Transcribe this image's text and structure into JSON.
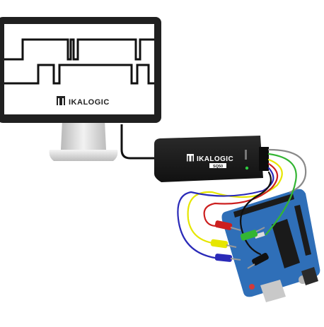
{
  "scene": {
    "monitor": {
      "brand_text": "IKALOGIC",
      "waveform_color": "#111111",
      "screen_color": "#ffffff"
    },
    "analyzer": {
      "brand_text": "IKALOGIC",
      "model_text": "SQ50",
      "body_color": "#1c1c1c",
      "status_led_color": "#2ecc40"
    },
    "probes": {
      "wire_colors": [
        "#8a8a8a",
        "#33b533",
        "#e6e600",
        "#cc1f1f",
        "#2a2ab8",
        "#111111"
      ],
      "clip_names": [
        "red-probe-clip",
        "green-probe-clip",
        "yellow-probe-clip",
        "blue-probe-clip",
        "black-probe-clip"
      ]
    },
    "board": {
      "pcb_color": "#2f6fb8",
      "usb_color": "#c9c9c9"
    }
  }
}
